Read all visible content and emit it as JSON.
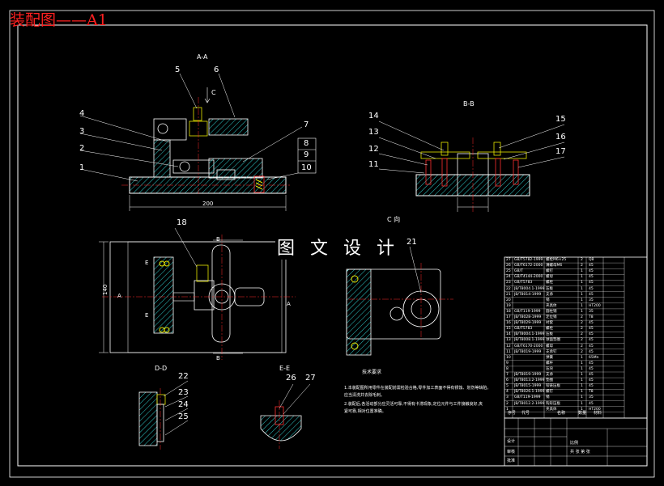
{
  "title": "装配图——A1",
  "watermark": "图 文 设 计",
  "views": {
    "aa": "A-A",
    "bb": "B-B",
    "cn": "C 向",
    "dd": "D-D",
    "ee": "E-E"
  },
  "section_marks": {
    "c_arrow": "C",
    "a_left": "A",
    "a_right": "A",
    "b_top": "B",
    "b_bottom": "B",
    "e_top": "E",
    "e_bottom": "E"
  },
  "dimensions": {
    "width_200": "200",
    "height_140": "140"
  },
  "part_numbers": [
    "1",
    "2",
    "3",
    "4",
    "5",
    "6",
    "7",
    "8",
    "9",
    "10",
    "11",
    "12",
    "13",
    "14",
    "15",
    "16",
    "17",
    "18",
    "21",
    "22",
    "23",
    "24",
    "25",
    "26",
    "27"
  ],
  "notes": {
    "heading": "技术要求",
    "line1": "1.本装配图所用零件在装配前需检验合格,零件加工表面不得有锈蚀、划伤等缺陷。",
    "line2": "应当清洗并去除毛刺。",
    "line3": "2.装配后,各活动部分应灵活可靠,不得有卡滞现象,定位元件与工件接触良好,夹",
    "line4": "紧可靠,相对位置准确。"
  },
  "bom": [
    {
      "no": "27",
      "code": "GB/T5782-1999",
      "name": "螺栓M6×25",
      "qty": "2",
      "mat": "Q8"
    },
    {
      "no": "26",
      "code": "GB/T6172-2000",
      "name": "薄螺母M6",
      "qty": "2",
      "mat": "45"
    },
    {
      "no": "25",
      "code": "GB/T",
      "name": "螺钉",
      "qty": "1",
      "mat": "45"
    },
    {
      "no": "24",
      "code": "GB/T4144-2000",
      "name": "螺母",
      "qty": "1",
      "mat": "45"
    },
    {
      "no": "23",
      "code": "GB/T5783",
      "name": "螺栓",
      "qty": "1",
      "mat": "45"
    },
    {
      "no": "22",
      "code": "JB/T8004.1-1999",
      "name": "压板",
      "qty": "1",
      "mat": "45"
    },
    {
      "no": "21",
      "code": "JB/T8014-1999",
      "name": "支承",
      "qty": "1",
      "mat": "45"
    },
    {
      "no": "20",
      "code": "",
      "name": "销",
      "qty": "1",
      "mat": "35"
    },
    {
      "no": "19",
      "code": "",
      "name": "夹具体",
      "qty": "1",
      "mat": "HT200"
    },
    {
      "no": "18",
      "code": "GB/T119-1999",
      "name": "圆柱销",
      "qty": "1",
      "mat": "35"
    },
    {
      "no": "17",
      "code": "JB/T8028-1999",
      "name": "定位销",
      "qty": "2",
      "mat": "T8"
    },
    {
      "no": "16",
      "code": "JB/T8029-1999",
      "name": "衬套",
      "qty": "2",
      "mat": "45"
    },
    {
      "no": "15",
      "code": "GB/T5783",
      "name": "螺栓",
      "qty": "2",
      "mat": "45"
    },
    {
      "no": "14",
      "code": "JB/T8004.1-1999",
      "name": "压板",
      "qty": "2",
      "mat": "45"
    },
    {
      "no": "13",
      "code": "JB/T8008.1-1999",
      "name": "球面垫圈",
      "qty": "2",
      "mat": "45"
    },
    {
      "no": "12",
      "code": "GB/T6170-2000",
      "name": "螺母",
      "qty": "2",
      "mat": "45"
    },
    {
      "no": "11",
      "code": "JB/T8019-1999",
      "name": "支承钉",
      "qty": "2",
      "mat": "45"
    },
    {
      "no": "10",
      "code": "",
      "name": "弹簧",
      "qty": "1",
      "mat": "65Mn"
    },
    {
      "no": "9",
      "code": "",
      "name": "螺杆",
      "qty": "1",
      "mat": "45"
    },
    {
      "no": "8",
      "code": "",
      "name": "压块",
      "qty": "1",
      "mat": "45"
    },
    {
      "no": "7",
      "code": "JB/T8019-1999",
      "name": "支承",
      "qty": "1",
      "mat": "45"
    },
    {
      "no": "6",
      "code": "JB/T8013.2-1999",
      "name": "垫圈",
      "qty": "1",
      "mat": "45"
    },
    {
      "no": "5",
      "code": "JB/T8015-1999",
      "name": "铰链压板",
      "qty": "1",
      "mat": "45"
    },
    {
      "no": "4",
      "code": "JB/T8026.1-1999",
      "name": "螺钉",
      "qty": "1",
      "mat": "T8"
    },
    {
      "no": "3",
      "code": "GB/T119-1999",
      "name": "销",
      "qty": "1",
      "mat": "35"
    },
    {
      "no": "2",
      "code": "JB/T8012.2-1999",
      "name": "钩形压板",
      "qty": "1",
      "mat": "45"
    },
    {
      "no": "1",
      "code": "",
      "name": "夹具体",
      "qty": "1",
      "mat": "HT200"
    }
  ],
  "title_block": {
    "col_no": "序号",
    "col_code": "代号",
    "col_name": "名称",
    "col_qty": "数量",
    "col_mat": "材料",
    "scale_label": "比例",
    "sheet_label": "共 张 第 张",
    "design": "设计",
    "check": "审核",
    "approve": "批准"
  },
  "colors": {
    "background": "#000000",
    "lines": "#ffffff",
    "centerline": "#ff2a2a",
    "hatch": "#2ec9c9",
    "leader": "#ffffff",
    "title": "#ff2020",
    "parts_yellow": "#e8e800",
    "parts_red": "#ff3030",
    "parts_green": "#20d040"
  }
}
